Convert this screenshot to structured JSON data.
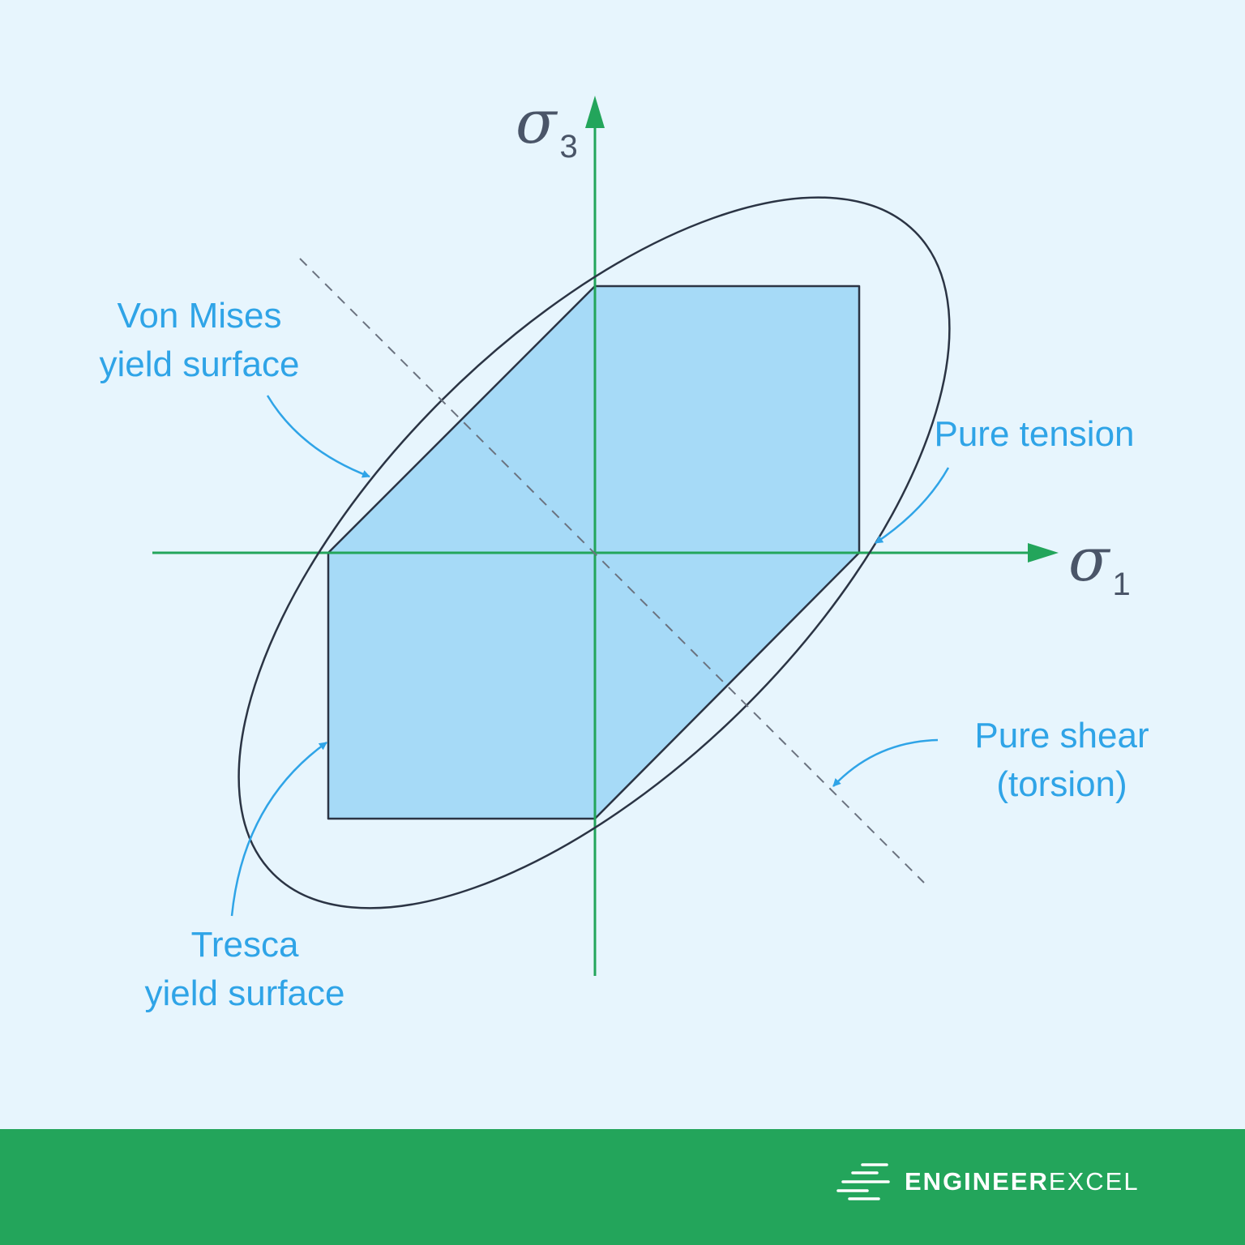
{
  "axes": {
    "horizontal": {
      "symbol": "σ",
      "subscript": "1"
    },
    "vertical": {
      "symbol": "σ",
      "subscript": "3"
    }
  },
  "annotations": {
    "von_mises": [
      "Von Mises",
      "yield surface"
    ],
    "tresca": [
      "Tresca",
      "yield surface"
    ],
    "pure_tension": [
      "Pure tension"
    ],
    "pure_shear": [
      "Pure shear",
      "(torsion)"
    ]
  },
  "brand": {
    "name_bold": "ENGINEER",
    "name_light": "EXCEL"
  },
  "colors": {
    "background": "#e7f5fd",
    "axis": "#23a55b",
    "tresca_fill": "#a6daf7",
    "outline": "#2b3444",
    "label": "#2fa4e7",
    "footer": "#23a55b"
  }
}
